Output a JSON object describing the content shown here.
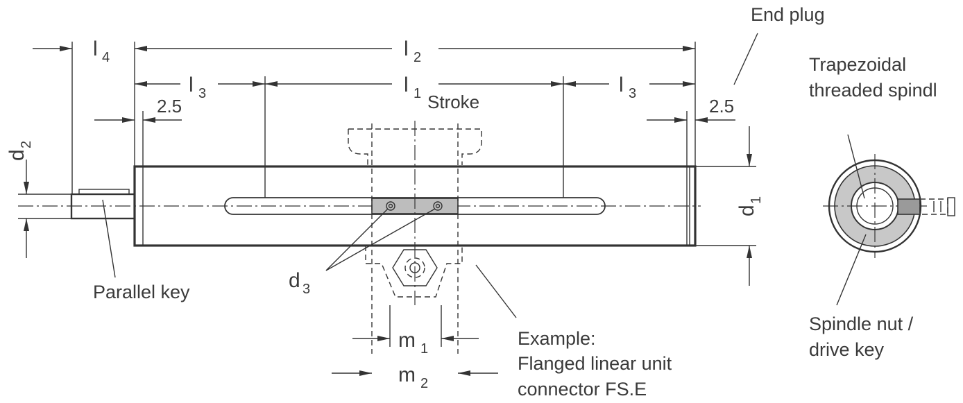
{
  "dimensions": {
    "l4": {
      "main": "l",
      "sub": "4"
    },
    "l2": {
      "main": "l",
      "sub": "2"
    },
    "l3_left": {
      "main": "l",
      "sub": "3"
    },
    "l1": {
      "main": "l",
      "sub": "1"
    },
    "l3_right": {
      "main": "l",
      "sub": "3"
    },
    "d2": {
      "main": "d",
      "sub": "2"
    },
    "d1": {
      "main": "d",
      "sub": "1"
    },
    "d3": {
      "main": "d",
      "sub": "3"
    },
    "m1": {
      "main": "m",
      "sub": "1"
    },
    "m2": {
      "main": "m",
      "sub": "2"
    },
    "offset_left": "2.5",
    "offset_right": "2.5"
  },
  "labels": {
    "stroke": "Stroke",
    "end_plug": "End plug",
    "spindle_line1": "Trapezoidal",
    "spindle_line2": "threaded spindl",
    "parallel_key": "Parallel key",
    "example_line1": "Example:",
    "example_line2": "Flanged linear unit",
    "example_line3": "connector FS.E",
    "nut_line1": "Spindle nut /",
    "nut_line2": "drive key"
  },
  "colors": {
    "line": "#333333",
    "text": "#3a3a3a",
    "hatch_fill": "#bdbdbd",
    "ring_fill": "#c8c8c8"
  }
}
